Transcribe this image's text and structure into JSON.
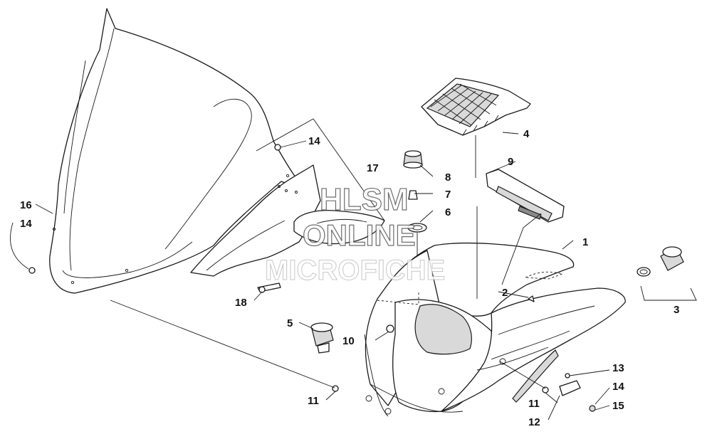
{
  "watermark": {
    "line1": "HLSM",
    "line2": "ONLINE",
    "line3": "MICROFICHE"
  },
  "callouts": [
    {
      "id": "1",
      "label": "1"
    },
    {
      "id": "2",
      "label": "2"
    },
    {
      "id": "3",
      "label": "3"
    },
    {
      "id": "4",
      "label": "4"
    },
    {
      "id": "5",
      "label": "5"
    },
    {
      "id": "6",
      "label": "6"
    },
    {
      "id": "7",
      "label": "7"
    },
    {
      "id": "8",
      "label": "8"
    },
    {
      "id": "9",
      "label": "9"
    },
    {
      "id": "10",
      "label": "10"
    },
    {
      "id": "11a",
      "label": "11"
    },
    {
      "id": "11b",
      "label": "11"
    },
    {
      "id": "12",
      "label": "12"
    },
    {
      "id": "13",
      "label": "13"
    },
    {
      "id": "14a",
      "label": "14"
    },
    {
      "id": "14b",
      "label": "14"
    },
    {
      "id": "14c",
      "label": "14"
    },
    {
      "id": "15",
      "label": "15"
    },
    {
      "id": "16",
      "label": "16"
    },
    {
      "id": "17",
      "label": "17"
    },
    {
      "id": "18",
      "label": "18"
    }
  ]
}
